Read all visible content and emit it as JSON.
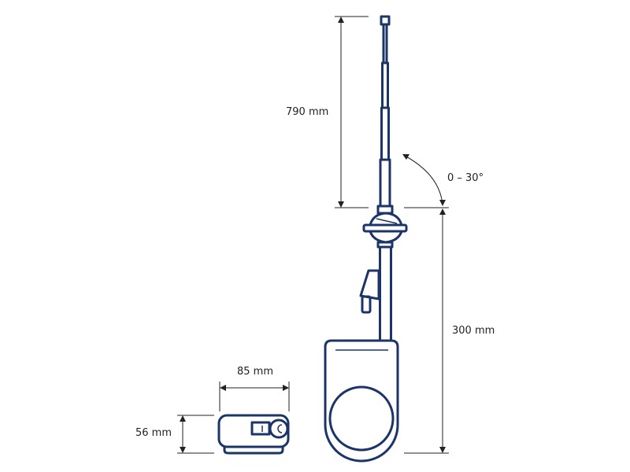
{
  "dimensions": {
    "antenna_length": "790 mm",
    "tilt_angle": "0 – 30°",
    "base_height": "300 mm",
    "module_width": "85 mm",
    "module_height": "56 mm"
  },
  "colors": {
    "line": "#1c3568",
    "dimension": "#222222"
  }
}
